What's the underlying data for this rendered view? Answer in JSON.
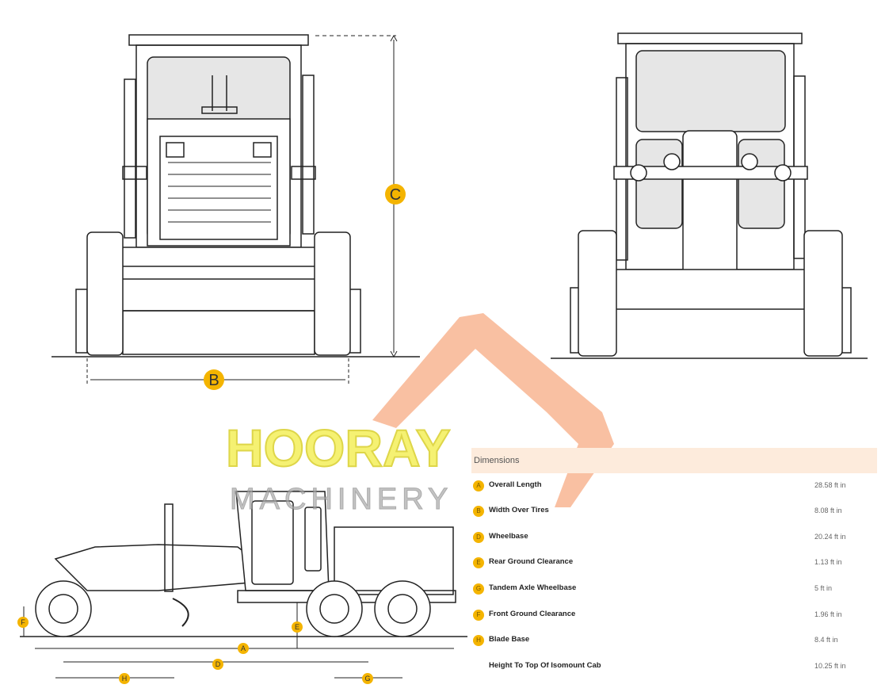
{
  "watermark": {
    "line1": "HOORAY",
    "line2": "MACHINERY"
  },
  "drawing_labels": {
    "front_height": "C",
    "front_width": "B",
    "side": [
      "A",
      "D",
      "E",
      "F",
      "G",
      "H"
    ]
  },
  "dimensions": {
    "title": "Dimensions",
    "rows": [
      {
        "badge": "A",
        "label": "Overall Length",
        "value": "28.58 ft in"
      },
      {
        "badge": "B",
        "label": "Width Over Tires",
        "value": "8.08 ft in"
      },
      {
        "badge": "D",
        "label": "Wheelbase",
        "value": "20.24 ft in"
      },
      {
        "badge": "E",
        "label": "Rear Ground Clearance",
        "value": "1.13 ft in"
      },
      {
        "badge": "G",
        "label": "Tandem Axle Wheelbase",
        "value": "5 ft in"
      },
      {
        "badge": "F",
        "label": "Front Ground Clearance",
        "value": "1.96 ft in"
      },
      {
        "badge": "H",
        "label": "Blade Base",
        "value": "8.4 ft in"
      },
      {
        "badge": "",
        "label": "Height To Top Of Isomount Cab",
        "value": "10.25 ft in"
      }
    ]
  },
  "colors": {
    "badge": "#f4b400",
    "header": "#fdebdc",
    "watermark_yellow": "#f4ef5a",
    "watermark_orange": "#f7a57a"
  }
}
